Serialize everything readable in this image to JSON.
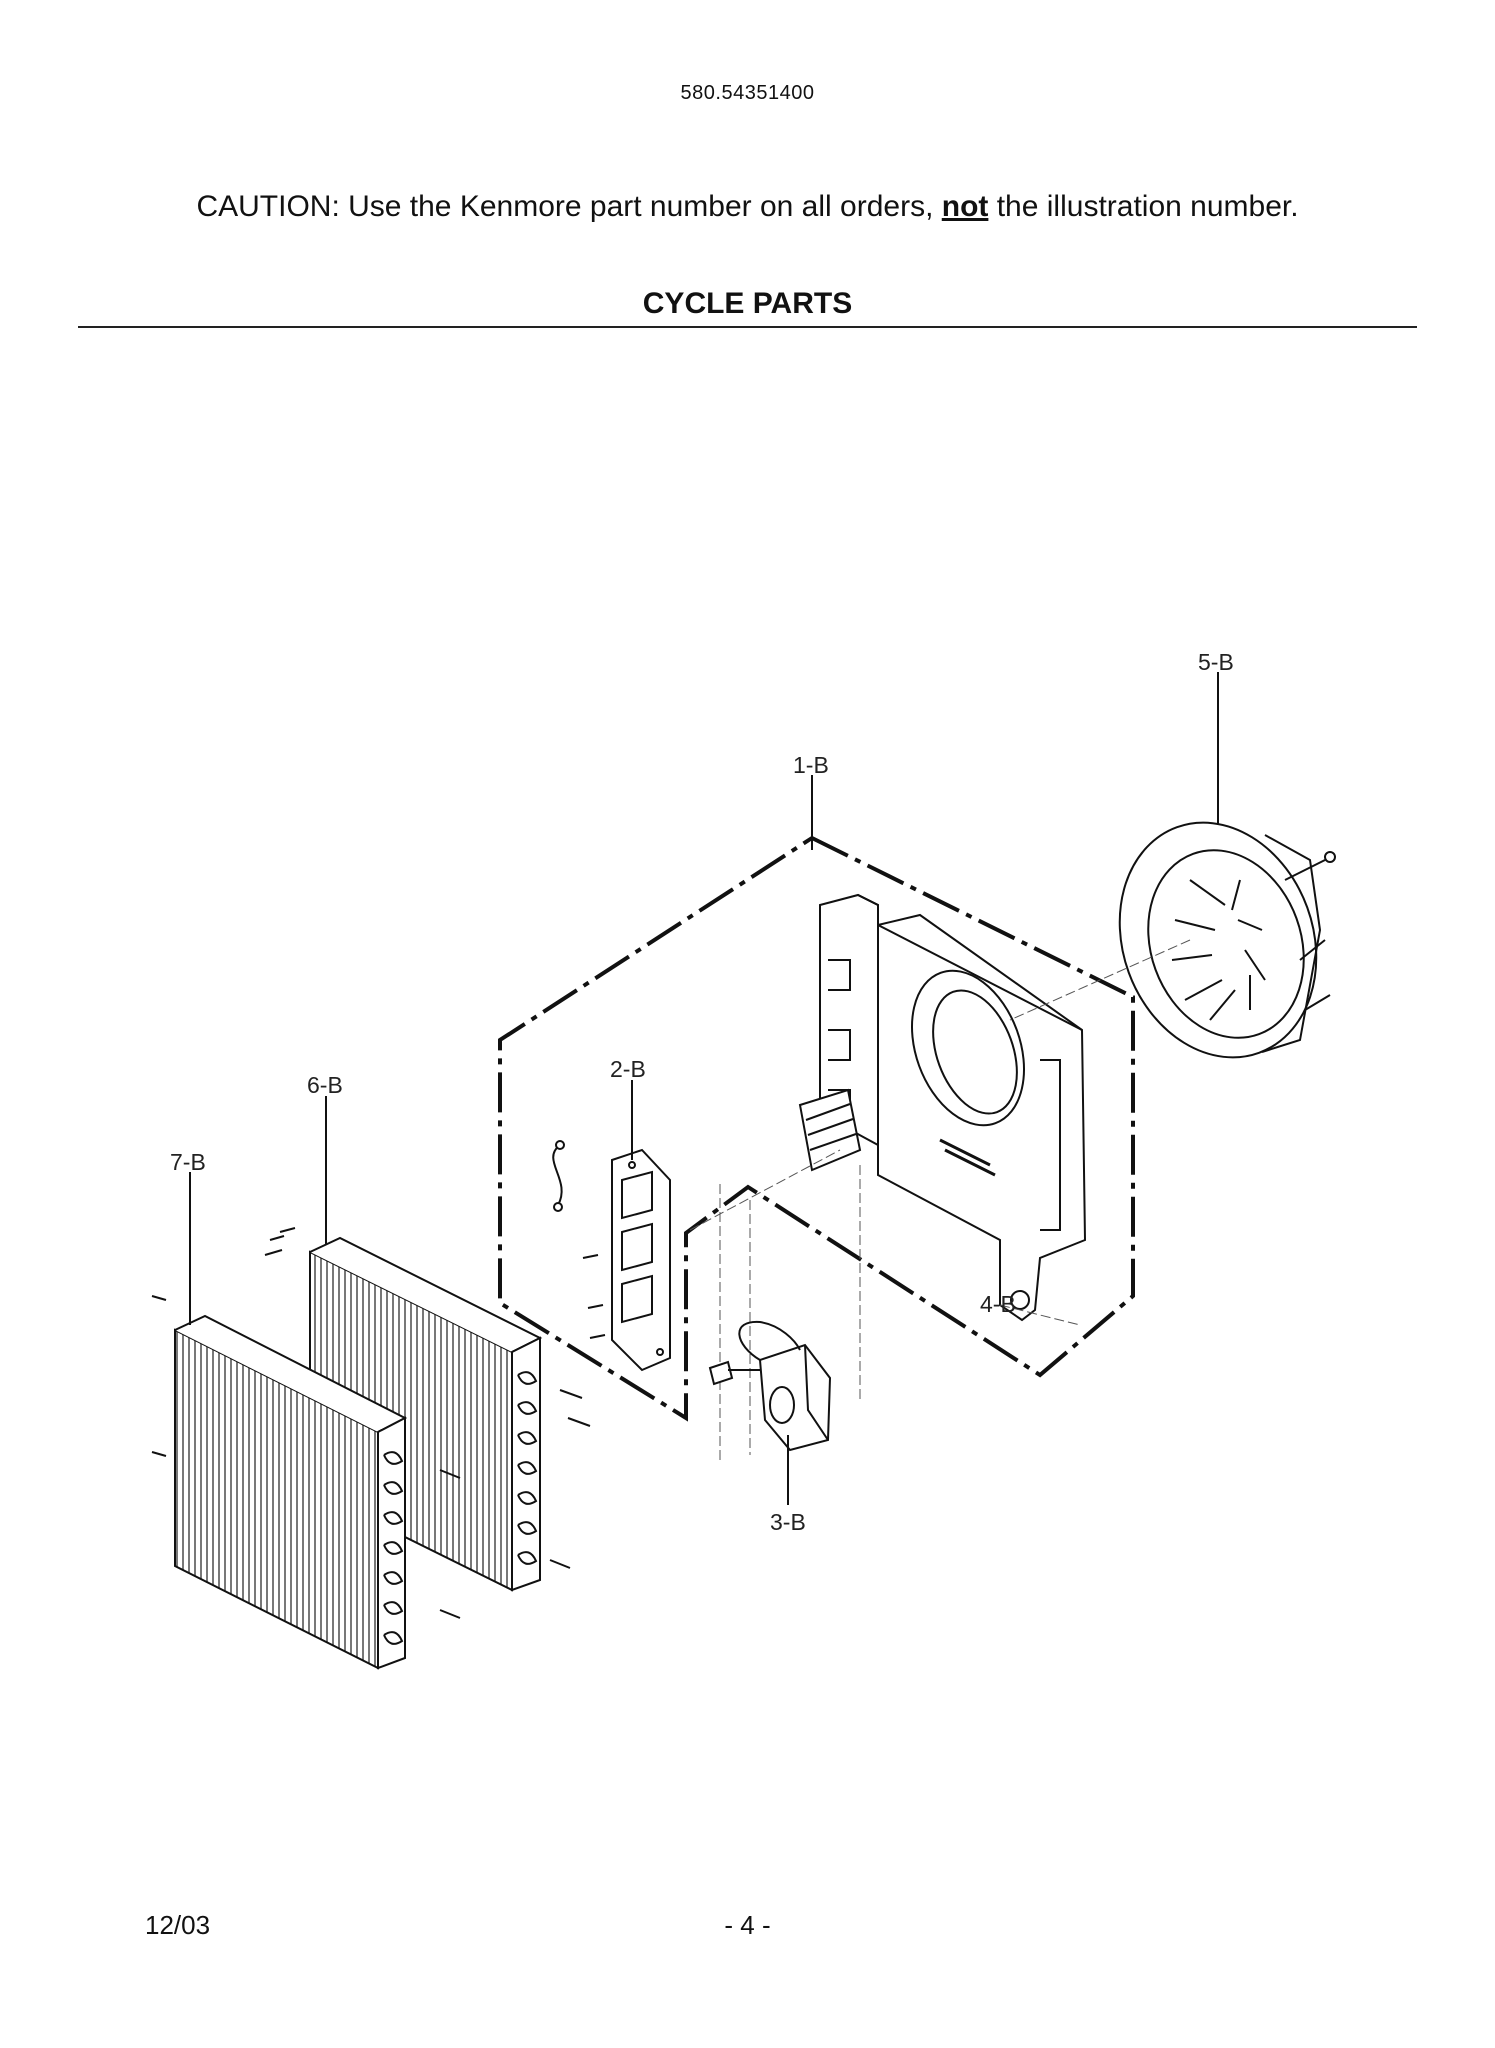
{
  "header": {
    "model_number": "580.54351400",
    "caution_prefix": "CAUTION: Use the Kenmore part number on all orders, ",
    "caution_emphasis": "not",
    "caution_suffix": " the illustration number.",
    "section_title": "CYCLE PARTS"
  },
  "callouts": {
    "c1": "1-B",
    "c2": "2-B",
    "c3": "3-B",
    "c4": "4-B",
    "c5": "5-B",
    "c6": "6-B",
    "c7": "7-B"
  },
  "footer": {
    "date": "12/03",
    "page": "- 4 -"
  }
}
